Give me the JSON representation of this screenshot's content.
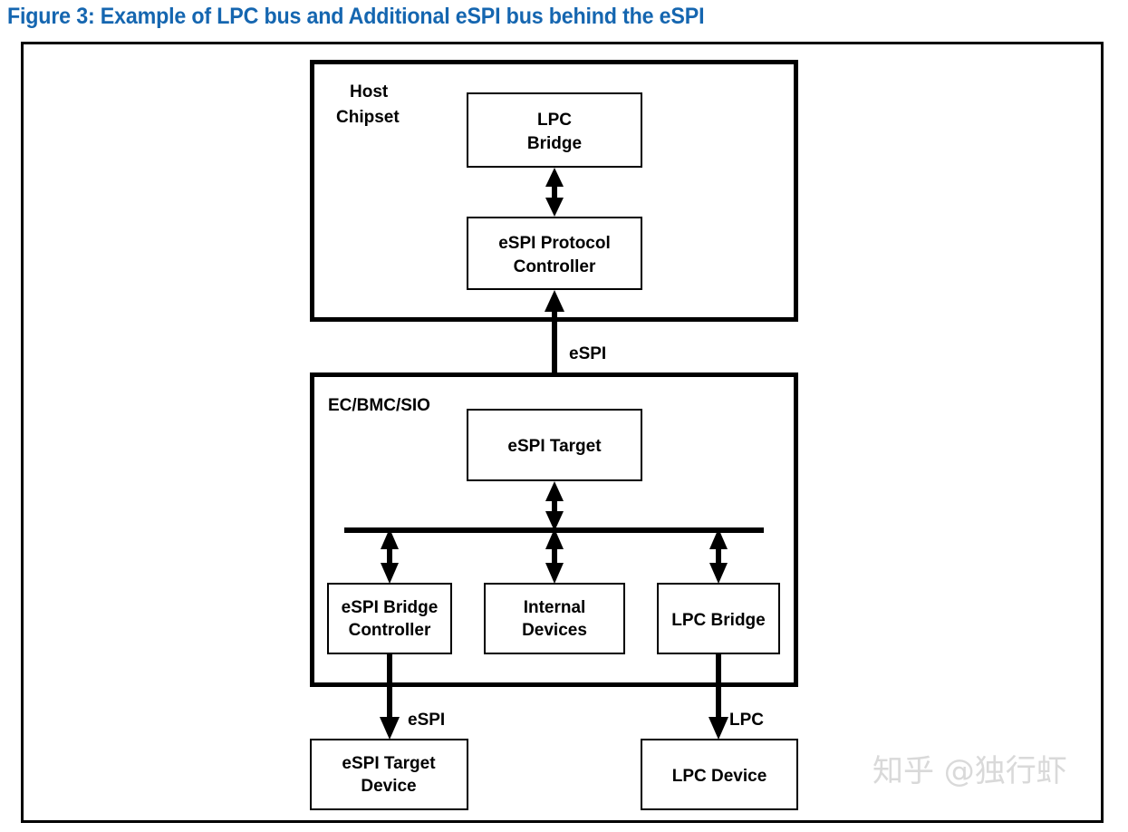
{
  "figure": {
    "caption": "Figure 3: Example of LPC bus and Additional eSPI bus behind the eSPI",
    "caption_color": "#1566b0",
    "frame_color": "#000000"
  },
  "groups": [
    {
      "id": "host-chipset",
      "label_line1": "Host",
      "label_line2": "Chipset"
    },
    {
      "id": "ec-bmc-sio",
      "label_line1": "EC/BMC/SIO",
      "label_line2": ""
    }
  ],
  "boxes": [
    {
      "id": "lpc-bridge-host",
      "line1": "LPC",
      "line2": "Bridge"
    },
    {
      "id": "espi-protocol-controller",
      "line1": "eSPI Protocol",
      "line2": "Controller"
    },
    {
      "id": "espi-target",
      "line1": "eSPI Target",
      "line2": ""
    },
    {
      "id": "espi-bridge-controller",
      "line1": "eSPI Bridge",
      "line2": "Controller"
    },
    {
      "id": "internal-devices",
      "line1": "Internal",
      "line2": "Devices"
    },
    {
      "id": "lpc-bridge-ec",
      "line1": "LPC Bridge",
      "line2": ""
    },
    {
      "id": "espi-target-device",
      "line1": "eSPI Target",
      "line2": "Device"
    },
    {
      "id": "lpc-device",
      "line1": "LPC Device",
      "line2": ""
    }
  ],
  "bus_labels": [
    {
      "id": "espi-host-to-ec",
      "text": "eSPI"
    },
    {
      "id": "espi-bridge-to-device",
      "text": "eSPI"
    },
    {
      "id": "lpc-bridge-to-device",
      "text": "LPC"
    }
  ],
  "watermark": {
    "text": "知乎 @独行虾"
  }
}
